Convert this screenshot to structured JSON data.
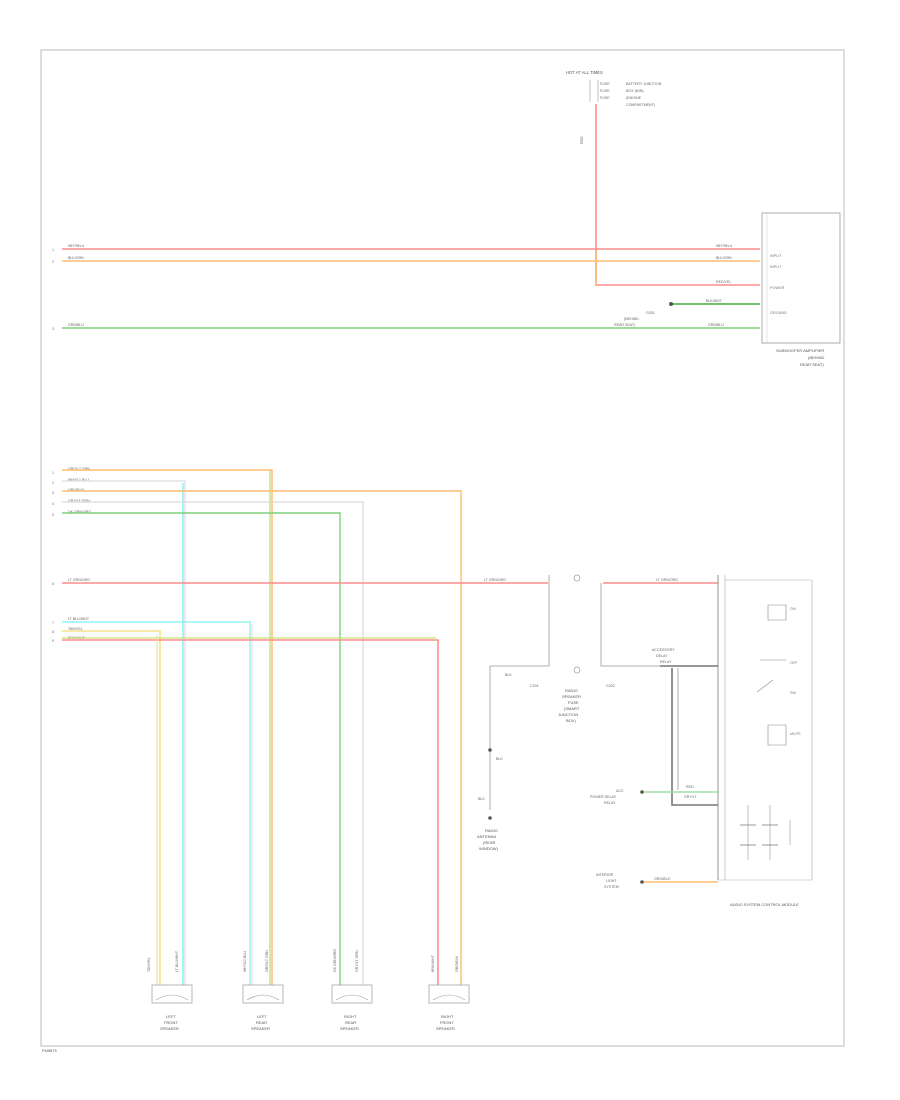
{
  "colors": {
    "frame": "#bbbbbb",
    "red": "#ff8c8c",
    "orange": "#ffbb70",
    "green": "#7ed17e",
    "lt_green": "#9fe09f",
    "cyan": "#7ff0f0",
    "yellow": "#f3e38b",
    "yellow_green": "#c8e07a",
    "gray": "#8c8c8c",
    "light_gray": "#d9d9d9",
    "dark": "#555555"
  },
  "top_fuse": {
    "title": "HOT AT ALL TIMES",
    "rows": [
      "FUSE",
      "FUSE",
      "FUSE"
    ],
    "desc": [
      "BATTERY JUNCTION",
      "BOX (BJB)",
      "(ENGINE",
      "COMPARTMENT)"
    ],
    "wire_label": "RED"
  },
  "sub_module": {
    "pins": [
      "",
      "",
      "INPUT",
      "INPUT",
      "",
      "POWER",
      "",
      "GROUND",
      "",
      "",
      ""
    ],
    "caption": [
      "SUBWOOFER AMPLIFIER",
      "(BEHIND",
      "REAR SEAT)"
    ],
    "ground_note": [
      "G301",
      "(BEHIND",
      "REAR SEAT)"
    ],
    "wire_labels": [
      "WHT/BLU",
      "BLK/GRN",
      "RED/YEL",
      "BLK/WHT",
      "GRN/BLU"
    ],
    "left_labels": [
      "WHT/BLU",
      "BLK/GRN",
      "GRN/BLU"
    ],
    "left_pins": [
      "1",
      "2",
      "3"
    ]
  },
  "bus_labels": [
    "ORG/LT GRN",
    "WHT/LT BLU",
    "ORG/BLK",
    "GRY/LT GRN",
    "DK GRN/ORG"
  ],
  "bus_pins": [
    "1",
    "2",
    "3",
    "4",
    "5"
  ],
  "lower_left": {
    "red_label": "LT GRN/ORG",
    "red_pin": "6",
    "cyan_label": "LT BLU/WHT",
    "yellow_label": "TAN/YEL",
    "yg_label": "BRN/WHT",
    "pins": [
      "7",
      "8",
      "9"
    ]
  },
  "radio": {
    "caption": [
      "RADIO",
      "SPEAKER",
      "FUSE",
      "(SMART",
      "JUNCTION",
      "BOX)"
    ],
    "label_left": "C201",
    "label_right": "C202",
    "wire_label": "LT GRN/ORG",
    "left_label": "BLK"
  },
  "antenna": {
    "caption": [
      "RADIO",
      "ANTENNA",
      "(REAR",
      "WINDOW)"
    ],
    "wire_label": "BLK",
    "ground_label": "BLK"
  },
  "audio_unit": {
    "caption": "AUDIO SYSTEM CONTROL MODULE",
    "pin_labels": [
      "",
      "",
      "",
      "",
      "",
      "",
      "",
      ""
    ],
    "switch_labels": [
      "ON",
      "OFF",
      "SW",
      "MUTE"
    ],
    "mid_label": [
      "ACCESSORY",
      "DELAY",
      "RELAY"
    ],
    "green_label": "GRY/LT",
    "green_source": [
      "ACC",
      "POWER DELAY",
      "RELAY"
    ],
    "orange_source": [
      "INTERIOR",
      "LIGHT",
      "SYSTEM"
    ],
    "orange_label": "ORG/BLK",
    "relay_wire": "RED"
  },
  "speakers": [
    {
      "caption": [
        "LEFT",
        "FRONT",
        "SPEAKER"
      ],
      "wires": [
        "TAN/YEL",
        "LT BLU/WHT"
      ]
    },
    {
      "caption": [
        "LEFT",
        "REAR",
        "SPEAKER"
      ],
      "wires": [
        "WHT/LT BLU",
        "ORG/LT GRN"
      ]
    },
    {
      "caption": [
        "RIGHT",
        "REAR",
        "SPEAKER"
      ],
      "wires": [
        "DK GRN/ORG",
        "GRY/LT GRN"
      ]
    },
    {
      "caption": [
        "RIGHT",
        "FRONT",
        "SPEAKER"
      ],
      "wires": [
        "BRN/WHT",
        "ORG/BLK"
      ]
    }
  ],
  "footer_code": "FM9875"
}
